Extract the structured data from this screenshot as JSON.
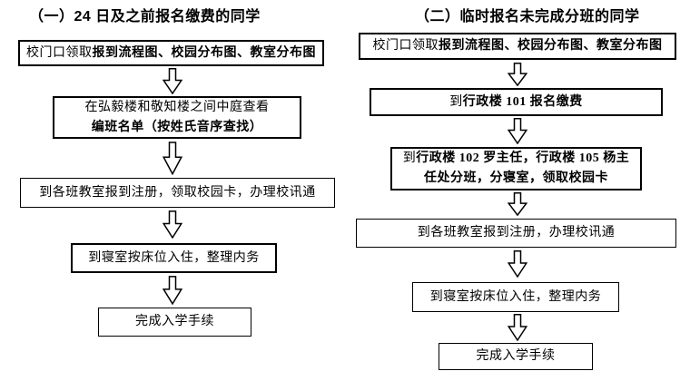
{
  "window": {
    "background_color": "#ffffff",
    "text_color": "#000000",
    "border_color": "#000000"
  },
  "icons": {
    "flow_connector": "hollow-down-arrow"
  },
  "left_flow": {
    "title": "（一）24 日及之前报名缴费的同学",
    "steps": [
      {
        "segments": [
          {
            "text": "校门口领取",
            "bold": false
          },
          {
            "text": "报到流程图、校园分布图、教室分布图",
            "bold": true
          }
        ]
      },
      {
        "segments": [
          {
            "text": "在弘毅楼和敬知楼之间中庭查看\n",
            "bold": false
          },
          {
            "text": "编班名单（按姓氏音序查找）",
            "bold": true
          }
        ]
      },
      {
        "segments": [
          {
            "text": "到各班教室报到注册，领取校园卡，办理校讯通",
            "bold": false
          }
        ]
      },
      {
        "segments": [
          {
            "text": "到寝室按床位入住，整理内务",
            "bold": false
          }
        ]
      },
      {
        "segments": [
          {
            "text": "完成入学手续",
            "bold": false
          }
        ]
      }
    ]
  },
  "right_flow": {
    "title": "（二）临时报名未完成分班的同学",
    "steps": [
      {
        "segments": [
          {
            "text": "校门口领取",
            "bold": false
          },
          {
            "text": "报到流程图、校园分布图、教室分布图",
            "bold": true
          }
        ]
      },
      {
        "segments": [
          {
            "text": "到",
            "bold": false
          },
          {
            "text": "行政楼 101 报名缴费",
            "bold": true
          }
        ]
      },
      {
        "segments": [
          {
            "text": "到",
            "bold": false
          },
          {
            "text": "行政楼 102 罗主任，行政楼 105 杨主\n任处分班，分寝室，领取校园卡",
            "bold": true
          }
        ]
      },
      {
        "segments": [
          {
            "text": "到各班教室报到注册，办理校讯通",
            "bold": false
          }
        ]
      },
      {
        "segments": [
          {
            "text": "到寝室按床位入住，整理内务",
            "bold": false
          }
        ]
      },
      {
        "segments": [
          {
            "text": "完成入学手续",
            "bold": false
          }
        ]
      }
    ]
  }
}
